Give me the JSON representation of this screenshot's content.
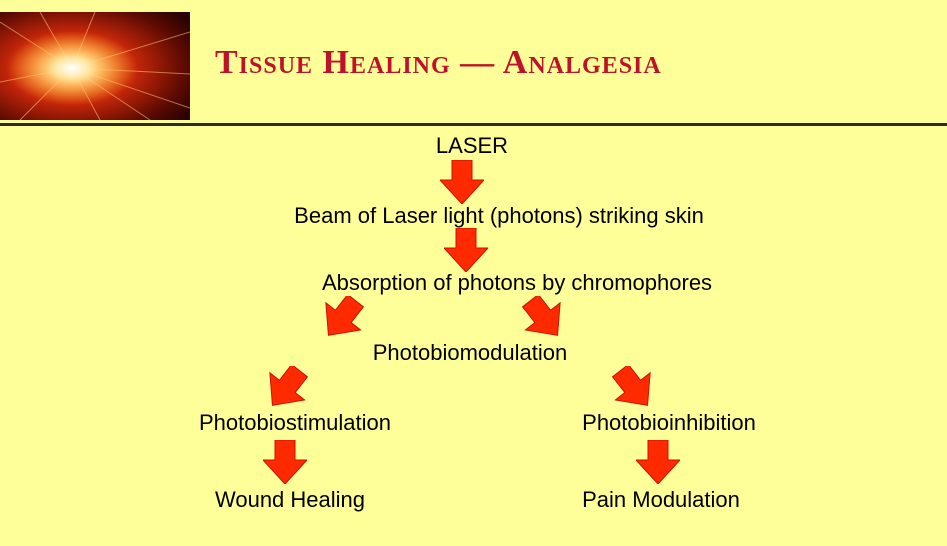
{
  "slide": {
    "title": "Tissue Healing — Analgesia"
  },
  "diagram": {
    "nodes": {
      "laser": "LASER",
      "beam": "Beam of Laser light (photons) striking skin",
      "absorption": "Absorption of photons by chromophores",
      "photobiomodulation": "Photobiomodulation",
      "photobiostimulation": "Photobiostimulation",
      "photobioinhibition": "Photobioinhibition",
      "wound_healing": "Wound Healing",
      "pain_modulation": "Pain Modulation"
    },
    "arrow_color": "#ff2a00",
    "arrow_outline": "#c81000"
  },
  "colors": {
    "background": "#ffff99",
    "title": "#c0112a"
  }
}
